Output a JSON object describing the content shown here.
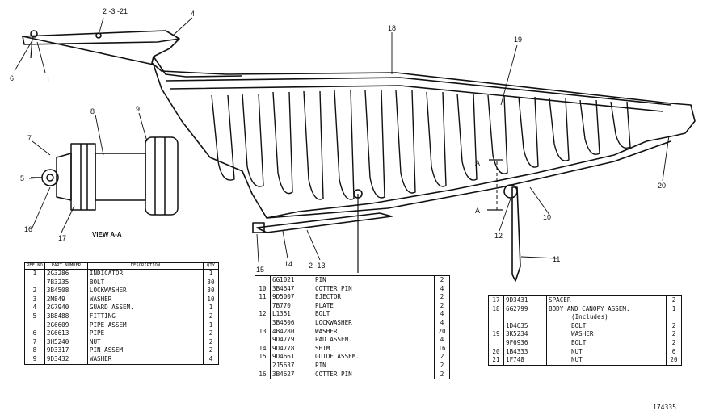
{
  "callouts": {
    "c1": "1",
    "c2": "2 -3 -21",
    "c4": "4",
    "c5": "5",
    "c6": "6",
    "c7": "7",
    "c8": "8",
    "c9": "9",
    "c10": "10",
    "c11": "11",
    "c12": "12",
    "c13": "2 -13",
    "c14": "14",
    "c15": "15",
    "c16": "16",
    "c17": "17",
    "c18": "18",
    "c19": "19",
    "c20": "20",
    "a_top": "A",
    "a_bottom": "A"
  },
  "view_label": "VIEW A-A",
  "table_headers": {
    "ref": "REF NO",
    "part": "PART NUMBER",
    "desc": "DESCRIPTION",
    "qty": "QTY"
  },
  "table1": [
    {
      "ref": "1",
      "pn": "2G3286",
      "desc": "INDICATOR",
      "qty": "1"
    },
    {
      "ref": "",
      "pn": "7B3235",
      "desc": "BOLT",
      "qty": "30"
    },
    {
      "ref": "2",
      "pn": "3B4508",
      "desc": "LOCKWASHER",
      "qty": "30"
    },
    {
      "ref": "3",
      "pn": "2M849",
      "desc": "WASHER",
      "qty": "10"
    },
    {
      "ref": "4",
      "pn": "2G7940",
      "desc": "GUARD ASSEM.",
      "qty": "1"
    },
    {
      "ref": "5",
      "pn": "3B8488",
      "desc": "FITTING",
      "qty": "2"
    },
    {
      "ref": "",
      "pn": "2G6609",
      "desc": "PIPE ASSEM",
      "qty": "1"
    },
    {
      "ref": "6",
      "pn": "2G6613",
      "desc": "PIPE",
      "qty": "2"
    },
    {
      "ref": "7",
      "pn": "3H5240",
      "desc": "NUT",
      "qty": "2"
    },
    {
      "ref": "8",
      "pn": "9D3317",
      "desc": "PIN ASSEM",
      "qty": "2"
    },
    {
      "ref": "9",
      "pn": "9D3432",
      "desc": "WASHER",
      "qty": "4"
    }
  ],
  "table2": [
    {
      "ref": "",
      "pn": "6G1021",
      "desc": "PIN",
      "qty": "2"
    },
    {
      "ref": "10",
      "pn": "3B4647",
      "desc": "COTTER PIN",
      "qty": "4"
    },
    {
      "ref": "11",
      "pn": "9D5007",
      "desc": "EJECTOR",
      "qty": "2"
    },
    {
      "ref": "",
      "pn": "7B770",
      "desc": "PLATE",
      "qty": "2"
    },
    {
      "ref": "12",
      "pn": "L1351",
      "desc": "BOLT",
      "qty": "4"
    },
    {
      "ref": "",
      "pn": "3B4506",
      "desc": "LOCKWASHER",
      "qty": "4"
    },
    {
      "ref": "13",
      "pn": "4B4280",
      "desc": "WASHER",
      "qty": "20"
    },
    {
      "ref": "",
      "pn": "9D4779",
      "desc": "PAD ASSEM.",
      "qty": "4"
    },
    {
      "ref": "14",
      "pn": "9D4778",
      "desc": "SHIM",
      "qty": "16"
    },
    {
      "ref": "15",
      "pn": "9D4661",
      "desc": "GUIDE ASSEM.",
      "qty": "2"
    },
    {
      "ref": "",
      "pn": "2J5637",
      "desc": "PIN",
      "qty": "2"
    },
    {
      "ref": "16",
      "pn": "3B4627",
      "desc": "COTTER PIN",
      "qty": "2"
    }
  ],
  "table3": [
    {
      "ref": "17",
      "pn": "9D3431",
      "desc": "SPACER",
      "qty": "2",
      "indent": false
    },
    {
      "ref": "18",
      "pn": "6G2799",
      "desc": "BODY AND CANOPY ASSEM.",
      "qty": "1",
      "indent": false
    },
    {
      "ref": "",
      "pn": "",
      "desc": "(Includes)",
      "qty": "",
      "indent": true
    },
    {
      "ref": "",
      "pn": "1D4635",
      "desc": "BOLT",
      "qty": "2",
      "indent": true
    },
    {
      "ref": "19",
      "pn": "3K5234",
      "desc": "WASHER",
      "qty": "2",
      "indent": true
    },
    {
      "ref": "",
      "pn": "9F6936",
      "desc": "BOLT",
      "qty": "2",
      "indent": true
    },
    {
      "ref": "20",
      "pn": "1B4333",
      "desc": "NUT",
      "qty": "6",
      "indent": true
    },
    {
      "ref": "21",
      "pn": "1F748",
      "desc": "NUT",
      "qty": "20",
      "indent": true
    }
  ],
  "drawing_number": "174335"
}
